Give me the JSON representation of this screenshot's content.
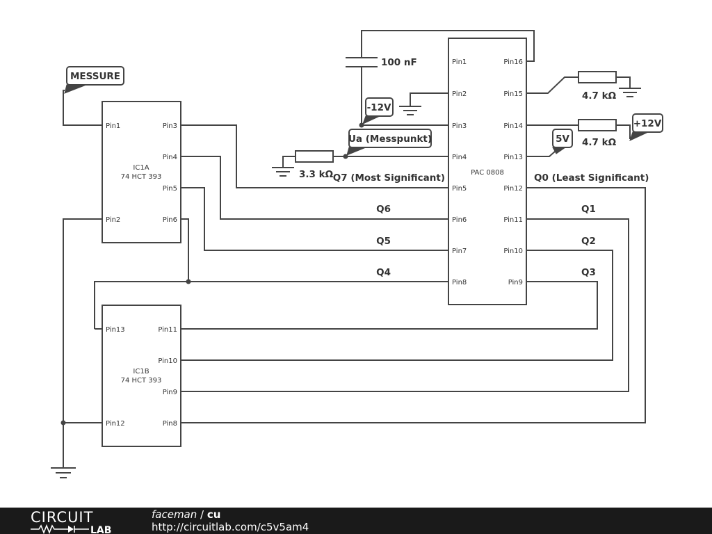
{
  "components": {
    "ic1a": {
      "name": "IC1A",
      "part": "74 HCT 393",
      "pins": [
        "Pin1",
        "Pin2",
        "Pin3",
        "Pin4",
        "Pin5",
        "Pin6"
      ]
    },
    "ic1b": {
      "name": "IC1B",
      "part": "74 HCT 393",
      "pins": [
        "Pin13",
        "Pin12",
        "Pin11",
        "Pin10",
        "Pin9",
        "Pin8"
      ]
    },
    "pac": {
      "part": "PAC 0808",
      "left_pins": [
        "Pin1",
        "Pin2",
        "Pin3",
        "Pin4",
        "Pin5",
        "Pin6",
        "Pin7",
        "Pin8"
      ],
      "right_pins": [
        "Pin16",
        "Pin15",
        "Pin14",
        "Pin13",
        "Pin12",
        "Pin11",
        "Pin10",
        "Pin9"
      ]
    },
    "capacitor": {
      "value": "100 nF"
    },
    "r_ground": {
      "value": "3.3 kΩ"
    },
    "r_pin15": {
      "value": "4.7 kΩ"
    },
    "r_pin14": {
      "value": "4.7 kΩ"
    }
  },
  "net_tags": {
    "messure": "MESSURE",
    "minus12": "-12V",
    "ua": "Ua (Messpunkt)",
    "plus12": "+12V",
    "v5": "5V"
  },
  "wire_labels": {
    "q7": "Q7 (Most Significant)",
    "q6": "Q6",
    "q5": "Q5",
    "q4": "Q4",
    "q0": "Q0 (Least Significant)",
    "q1": "Q1",
    "q2": "Q2",
    "q3": "Q3"
  },
  "footer": {
    "logo_top": "CIRCUIT",
    "logo_bottom": "LAB",
    "author": "faceman",
    "separator": " / ",
    "project": "cu",
    "url": "http://circuitlab.com/c5v5am4"
  }
}
